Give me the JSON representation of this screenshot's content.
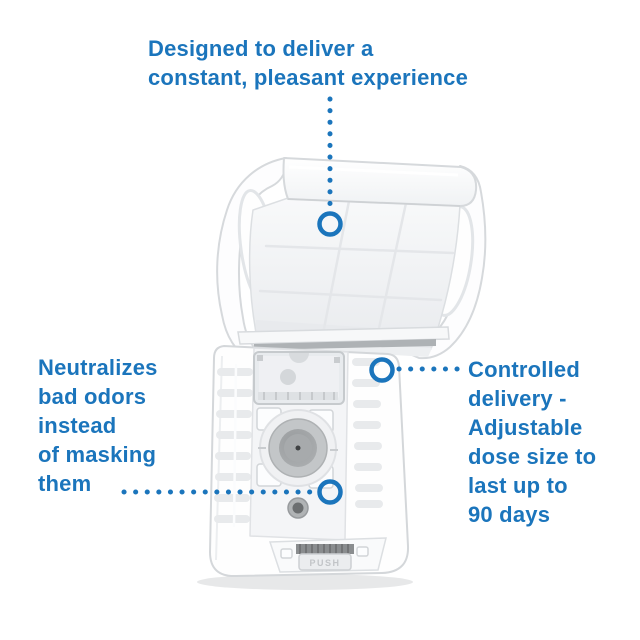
{
  "annotations": {
    "top": {
      "lines": [
        "Designed to deliver a",
        "constant, pleasant experience"
      ]
    },
    "left": {
      "lines": [
        "Neutralizes",
        "bad odors",
        "instead",
        "of masking",
        "them"
      ]
    },
    "right": {
      "lines": [
        "Controlled",
        "delivery -",
        "Adjustable",
        "dose size to",
        "last up to",
        "90 days"
      ]
    }
  },
  "device": {
    "push_label": "PUSH"
  },
  "colors": {
    "annotation_blue": "#1B75BC",
    "background": "#FFFFFF"
  }
}
